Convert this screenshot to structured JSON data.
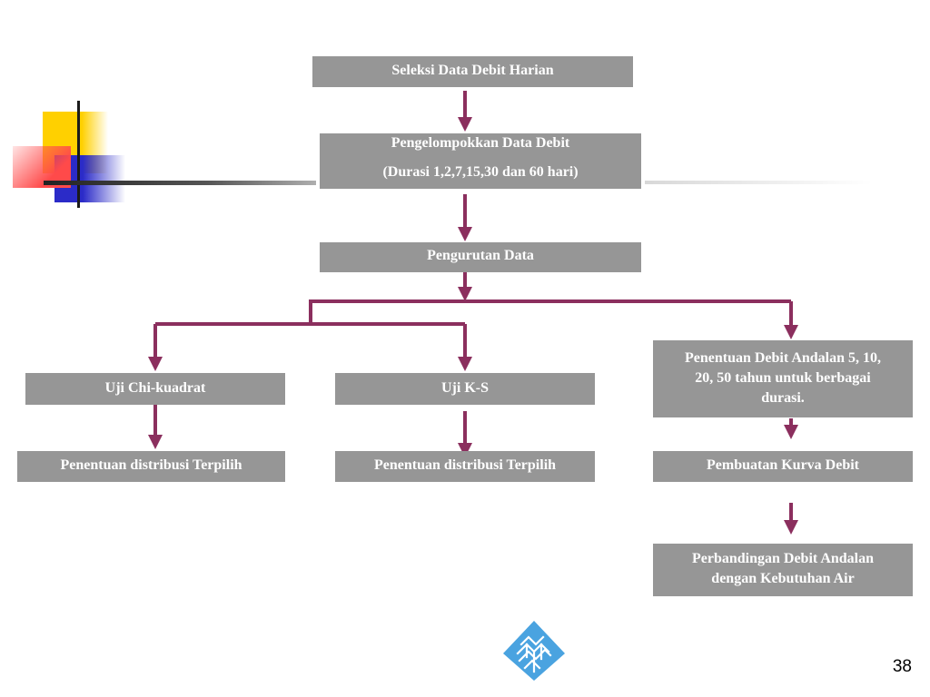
{
  "flowchart": {
    "step_select": "Seleksi Data Debit Harian",
    "step_group_line1": "Pengelompokkan Data Debit",
    "step_group_line2": "(Durasi 1,2,7,15,30 dan 60 hari)",
    "step_sort": "Pengurutan Data",
    "branch_chi": "Uji Chi-kuadrat",
    "branch_ks": "Uji K-S",
    "branch_reliable_line1": "Penentuan Debit Andalan 5, 10,",
    "branch_reliable_line2": "20, 50 tahun untuk berbagai",
    "branch_reliable_line3": "durasi.",
    "result_chi": "Penentuan distribusi Terpilih",
    "result_ks": "Penentuan distribusi Terpilih",
    "result_curve": "Pembuatan Kurva Debit",
    "compare_line1": "Perbandingan Debit Andalan",
    "compare_line2": "dengan Kebutuhan Air"
  },
  "slide": {
    "page_number": "38"
  },
  "colors": {
    "box_fill": "#969696",
    "arrow": "#8B2F5E",
    "deco_yellow": "#FFD000",
    "deco_red": "#FF5555",
    "deco_blue": "#3333CC",
    "logo_blue": "#4AA3E0"
  },
  "icons": [
    "corner-decoration",
    "university-logo-icon"
  ]
}
